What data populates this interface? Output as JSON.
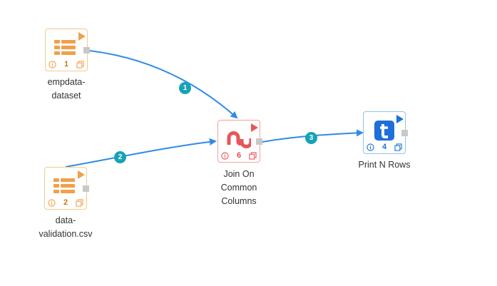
{
  "colors": {
    "edge": "#2f8be6",
    "badge": "#17a2b8",
    "dataset_accent": "#f0a04b",
    "join_accent": "#e9555a",
    "print_accent": "#1e6fd9"
  },
  "nodes": [
    {
      "id": "1",
      "label": "empdata-\ndataset",
      "icon": "dataset-icon"
    },
    {
      "id": "2",
      "label": "data-\nvalidation.csv",
      "icon": "dataset-icon"
    },
    {
      "id": "6",
      "label": "Join On\nCommon\nColumns",
      "icon": "stumbleupon-join-icon"
    },
    {
      "id": "4",
      "label": "Print N Rows",
      "icon": "tumblr-print-icon"
    }
  ],
  "edges": [
    {
      "badge": "1",
      "from": "empdata-dataset",
      "to": "Join On Common Columns"
    },
    {
      "badge": "2",
      "from": "data-validation.csv",
      "to": "Join On Common Columns"
    },
    {
      "badge": "3",
      "from": "Join On Common Columns",
      "to": "Print N Rows"
    }
  ]
}
